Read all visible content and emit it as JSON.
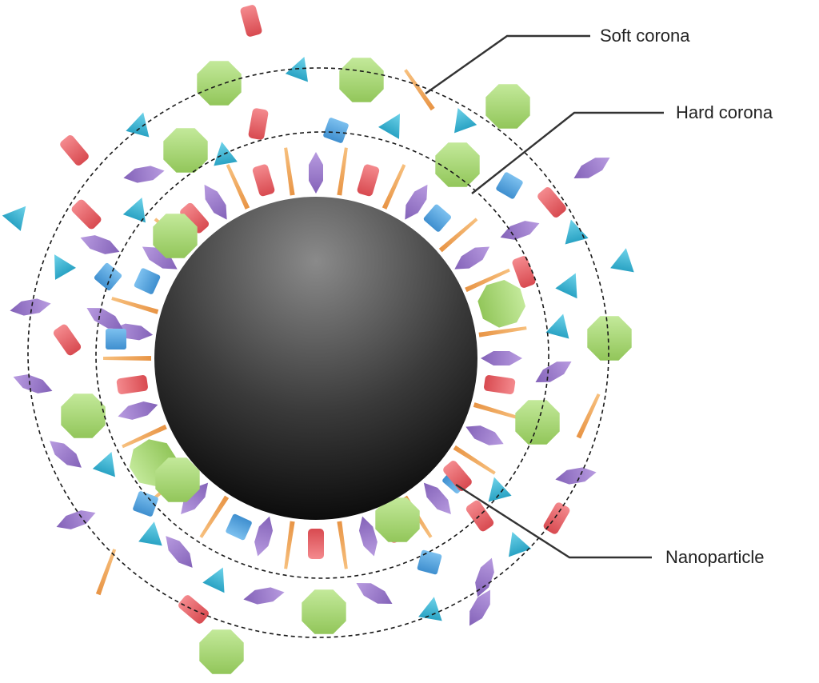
{
  "labels": {
    "soft_corona": "Soft corona",
    "hard_corona": "Hard corona",
    "nanoparticle": "Nanoparticle"
  },
  "colors": {
    "background": "#ffffff",
    "core_light": "#8a8a8a",
    "core_dark": "#050505",
    "red_protein": "#e8656a",
    "blue_protein": "#5aa7e0",
    "cyan_protein": "#3fb9d6",
    "purple_protein": "#9b78c9",
    "green_protein": "#a8d672",
    "orange_protein": "#f2a85c",
    "dashed_ring": "#1a1a1a",
    "leader_line": "#333333"
  },
  "legend_items": [
    {
      "icon": "rod-shaped-red-protein"
    },
    {
      "icon": "square-blue-protein"
    },
    {
      "icon": "triangle-cyan-protein"
    },
    {
      "icon": "hexagon-purple-protein"
    },
    {
      "icon": "octagon-green-protein"
    },
    {
      "icon": "needle-orange-protein"
    }
  ]
}
